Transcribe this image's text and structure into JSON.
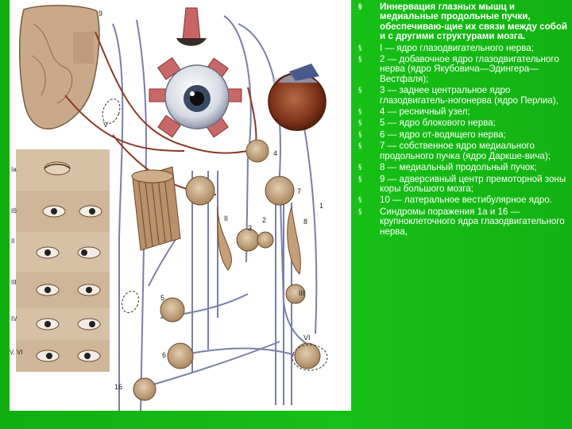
{
  "figure": {
    "row_labels": [
      "Ia",
      "Iб",
      "II",
      "III",
      "IV",
      "V, VI"
    ],
    "callouts": [
      "9",
      "V",
      "4",
      "7",
      "1",
      "II",
      "3",
      "2",
      "8",
      "III",
      "5",
      "6",
      "VI",
      "16"
    ]
  },
  "bullet_marker": "§",
  "items": [
    "Иннервация глазных мышц и медиальные продольные пучки, обеспечиваю-щие их связи между собой и с другими структурами мозга.",
    "I — ядро глазодвигательного нерва;",
    "2 — добавочное ядро глазодвигательного нерва (ядро Якубовича—Эдингера—Вестфаля);",
    "3 — заднее центральное ядро глазодвигатель-ногонерва (ядро Перлиа),",
    "4 — ресничный узел;",
    "5 — ядро блокового нерва;",
    "6 — ядро от-водящего нерва;",
    "7 — собственное ядро медиального продольного пучка (ядро Даркше-вича);",
    "8 — медиальный продольный пучок;",
    "9 — адверсивный центр премоторной зоны коры большого мозга;",
    "10 — латеральное вестибулярное ядро.",
    "Синдромы поражения 1а и 16 — крупноклеточного ядра глазодвигательного нерва,"
  ]
}
